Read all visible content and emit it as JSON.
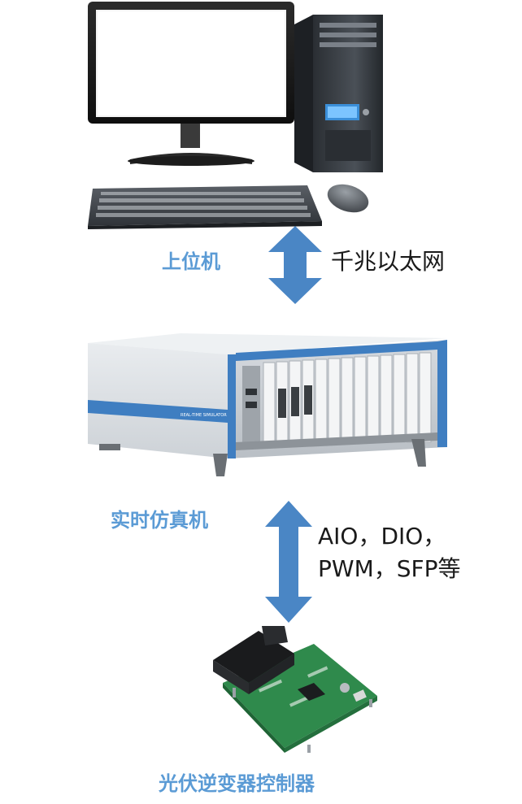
{
  "nodes": {
    "host": {
      "label": "上位机"
    },
    "realtime": {
      "label": "实时仿真机",
      "chassis_badge": "REAL-TIME SIMULATOR"
    },
    "controller": {
      "label": "光伏逆变器控制器"
    }
  },
  "links": {
    "host_to_realtime": {
      "label": "千兆以太网"
    },
    "realtime_to_controller": {
      "line1": "AIO，DIO，",
      "line2": "PWM，SFP等"
    }
  },
  "colors": {
    "accent": "#5b9bd5",
    "arrow": "#4a86c5",
    "text": "#1a1a1a"
  }
}
